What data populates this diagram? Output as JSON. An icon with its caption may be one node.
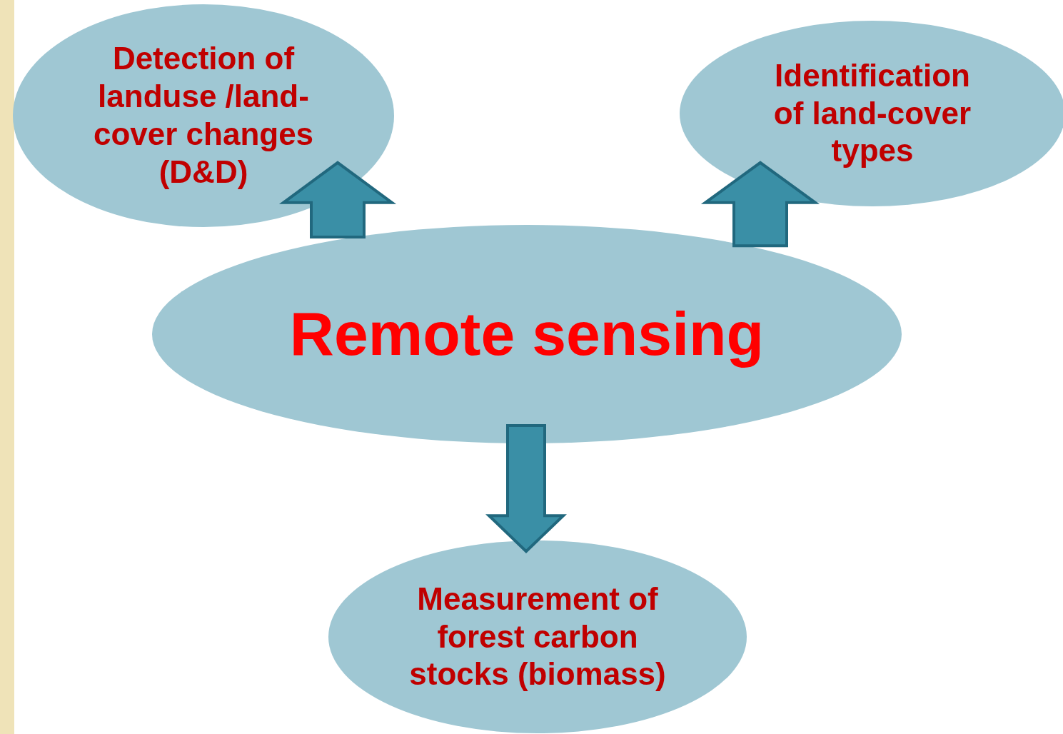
{
  "diagram": {
    "nodes": [
      {
        "text": [
          "Detection of landuse /land-cover changes (D&D)"
        ]
      },
      {
        "text": [
          "Identification of land-cover types"
        ]
      },
      {
        "text": [
          "Remote sensing"
        ]
      },
      {
        "text": [
          "Measurement of forest carbon stocks (biomass)"
        ]
      }
    ],
    "edges": [
      {
        "from": 2,
        "to": 0,
        "arrow": "to"
      },
      {
        "from": 2,
        "to": 1,
        "arrow": "to"
      },
      {
        "from": 2,
        "to": 3,
        "arrow": "to"
      }
    ]
  }
}
